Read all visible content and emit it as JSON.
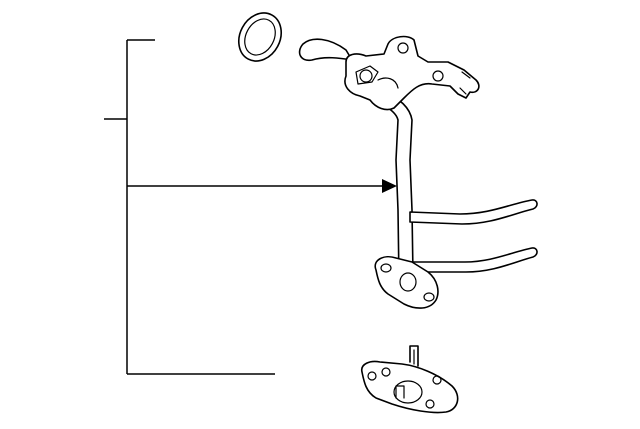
{
  "diagram": {
    "parts": [
      {
        "key": "o-ring",
        "icon": "o-ring-icon"
      },
      {
        "key": "turbo-oil-feed-pipe",
        "icon": "pipe-assembly-icon"
      },
      {
        "key": "flange-gasket",
        "icon": "gasket-icon"
      }
    ],
    "callout_labels": [],
    "colors": {
      "line": "#000000",
      "background": "#ffffff"
    }
  }
}
